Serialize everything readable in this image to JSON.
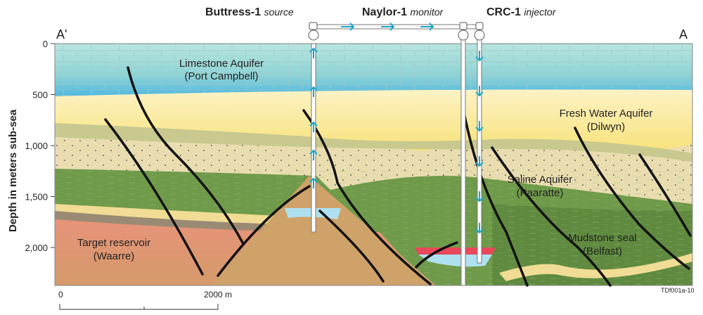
{
  "wells": [
    {
      "name": "Buttress-1",
      "role": "source"
    },
    {
      "name": "Naylor-1",
      "role": "monitor"
    },
    {
      "name": "CRC-1",
      "role": "injector"
    }
  ],
  "section_ends": {
    "left": "A'",
    "right": "A"
  },
  "y_axis": {
    "label": "Depth in meters sub-sea",
    "ticks": [
      "0",
      "500",
      "1,000",
      "1,500",
      "2,000"
    ]
  },
  "units": [
    {
      "name": "Limestone Aquifer",
      "formation": "(Port Campbell)"
    },
    {
      "name": "Fresh Water Aquifer",
      "formation": "(Dilwyn)"
    },
    {
      "name": "Saline Aquifer",
      "formation": "(Paaratte)"
    },
    {
      "name": "Mudstone seal",
      "formation": "(Belfast)"
    },
    {
      "name": "Target reservoir",
      "formation": "(Waarre)"
    }
  ],
  "scale_bar": {
    "start": "0",
    "end": "2000 m"
  },
  "figure_id": "TDf001a-10",
  "colors": {
    "limestone": "#8fd3d6",
    "flow_arrow": "#1aa6c8",
    "reservoir": "#e8937a",
    "saline": "#6f9a4a",
    "gas": "#e8485a"
  }
}
